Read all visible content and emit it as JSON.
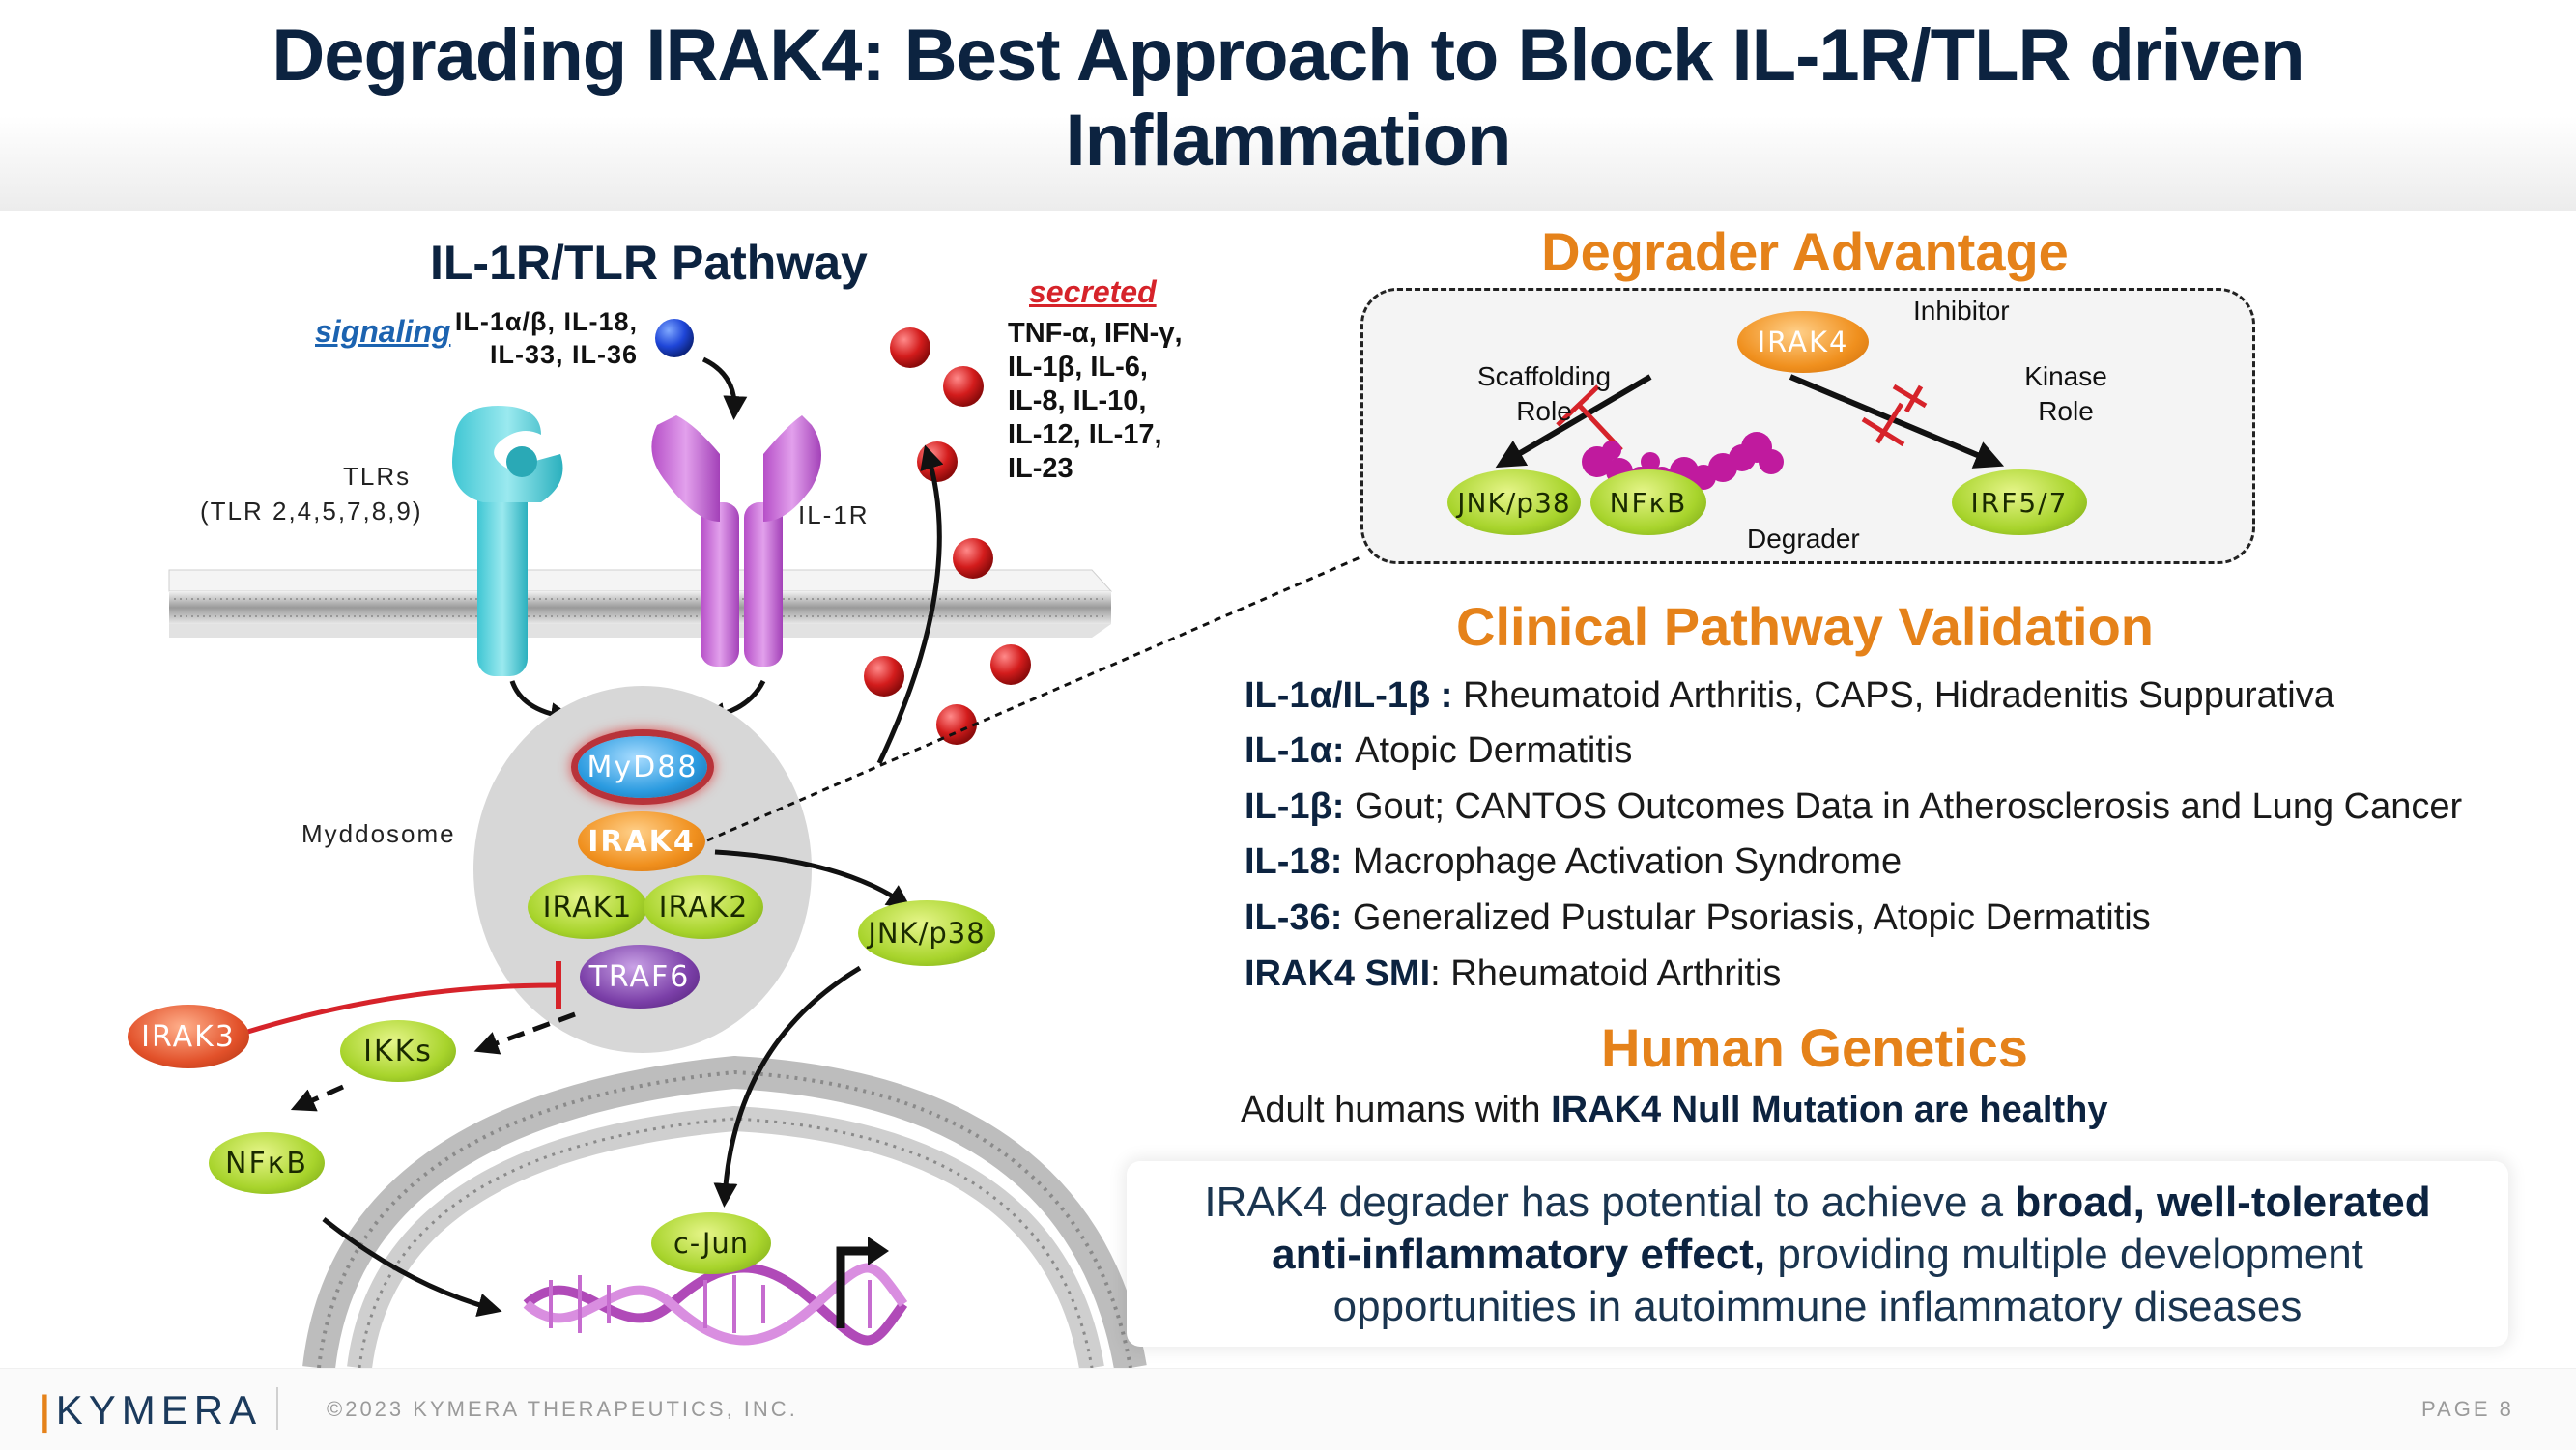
{
  "title": {
    "line1": "Degrading IRAK4: Best Approach to Block IL-1R/TLR driven",
    "line2": "Inflammation"
  },
  "pathway": {
    "heading": "IL-1R/TLR Pathway",
    "signaling_label": "signaling",
    "signaling_ligands_1": "IL-1α/β, IL-18,",
    "signaling_ligands_2": "IL-33, IL-36",
    "secreted_label": "secreted",
    "secreted_list": [
      "TNF-α, IFN-γ,",
      "IL-1β, IL-6,",
      "IL-8, IL-10,",
      "IL-12, IL-17,",
      "IL-23"
    ],
    "tlrs_label_1": "TLRs",
    "tlrs_label_2": "(TLR 2,4,5,7,8,9)",
    "il1r_label": "IL-1R",
    "myddosome_label": "Myddosome",
    "nodes": {
      "myd88": "MyD88",
      "irak4": "IRAK4",
      "irak1": "IRAK1",
      "irak2": "IRAK2",
      "traf6": "TRAF6",
      "irak3": "IRAK3",
      "ikks": "IKKs",
      "nfkb": "NFκB",
      "jnk": "JNK/p38",
      "cjun": "c-Jun"
    }
  },
  "degrader_advantage": {
    "heading": "Degrader Advantage",
    "irak4": "IRAK4",
    "inhibitor": "Inhibitor",
    "scaffolding_1": "Scaffolding",
    "scaffolding_2": "Role",
    "kinase_1": "Kinase",
    "kinase_2": "Role",
    "jnk": "JNK/p38",
    "nfkb": "NFκB",
    "irf": "IRF5/7",
    "degrader": "Degrader"
  },
  "clinical": {
    "heading": "Clinical Pathway Validation",
    "rows": [
      {
        "term": "IL-1α/IL-1β :",
        "text": " Rheumatoid Arthritis, CAPS, Hidradenitis Suppurativa"
      },
      {
        "term": "IL-1α:",
        "text": " Atopic Dermatitis"
      },
      {
        "term": "IL-1β:",
        "text": " Gout; CANTOS Outcomes Data in Atherosclerosis and Lung Cancer"
      },
      {
        "term": "IL-18:",
        "text": " Macrophage Activation Syndrome"
      },
      {
        "term": "IL-36:",
        "text": " Generalized Pustular Psoriasis, Atopic Dermatitis"
      },
      {
        "term": "IRAK4 SMI",
        "text": ": Rheumatoid Arthritis"
      }
    ]
  },
  "genetics": {
    "heading": "Human Genetics",
    "text_plain": "Adult humans with ",
    "text_bold": "IRAK4 Null Mutation are healthy"
  },
  "summary": {
    "p1": "IRAK4 degrader has potential to achieve a ",
    "b1": "broad, well-tolerated",
    "b2": "anti-inflammatory effect,",
    "p2": " providing multiple development",
    "p3": "opportunities in autoimmune inflammatory diseases"
  },
  "footer": {
    "logo": "KYMERA",
    "copyright": "©2023 KYMERA THERAPEUTICS, INC.",
    "page": "PAGE 8"
  },
  "colors": {
    "title_navy": "#0c2340",
    "accent_orange": "#e5821a",
    "inhibit_red": "#d6232a",
    "node_green": "#9ccc2a",
    "node_orange": "#f0901e",
    "node_blue": "#2b9be0",
    "node_purple": "#7b3fa8",
    "node_red": "#e2512a"
  }
}
